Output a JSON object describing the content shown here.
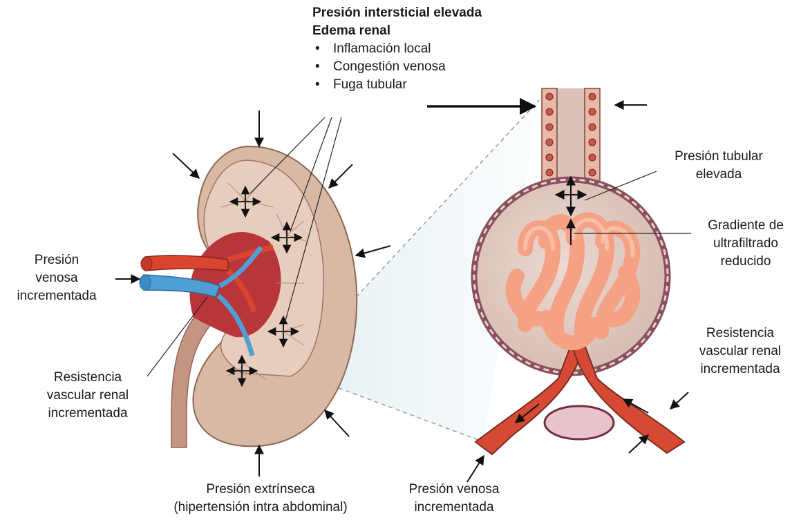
{
  "top_label": {
    "title": "Presión intersticial elevada",
    "subtitle": "Edema renal",
    "bullets": [
      "Inflamación local",
      "Congestión venosa",
      "Fuga tubular"
    ]
  },
  "left_labels": {
    "venous_pressure": [
      "Presión",
      "venosa",
      "incrementada"
    ],
    "vascular_resistance": [
      "Resistencia",
      "vascular renal",
      "incrementada"
    ]
  },
  "bottom_labels": {
    "extrinsic_pressure": [
      "Presión extrínseca",
      "(hipertensión intra abdominal)"
    ],
    "venous_pressure": [
      "Presión venosa",
      "incrementada"
    ]
  },
  "right_labels": {
    "tubular_pressure": [
      "Presión tubular",
      "elevada"
    ],
    "ultrafiltration": [
      "Gradiente de",
      "ultrafiltrado",
      "reducido"
    ],
    "vascular_resistance": [
      "Resistencia",
      "vascular renal",
      "incrementada"
    ]
  },
  "colors": {
    "kidney_outer": "#d9b8a4",
    "kidney_inner": "#e7cdbd",
    "artery": "#d9452f",
    "vein": "#4f9fd4",
    "medulla": "#b8353a",
    "glomerulus": "#f4a184",
    "capsule": "#dcc3b9",
    "tubule_cell": "#e8b8a8"
  }
}
